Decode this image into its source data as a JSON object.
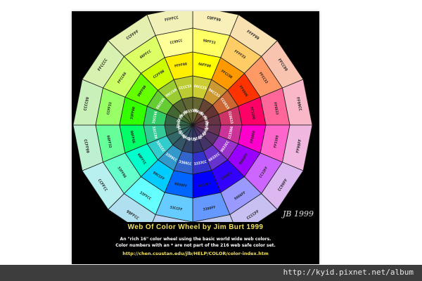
{
  "poster": {
    "title": "Web Of Color Wheel   by   Jim Burt 1999",
    "line1": "An \"rich 16\" color wheel using the basic world wide web colors.",
    "line2": "Color numbers with an * are not part of the 216 web safe color set.",
    "url": "http://chen.csustan.edu/jlb/HELP/COLOR/color-index.htm",
    "signature": "JB 1999",
    "wheel": {
      "sectors": 16,
      "rings": [
        {
          "name": "outer",
          "colors": [
            "#f8f0b8",
            "#f8e0b0",
            "#f8c4b0",
            "#f8b8c8",
            "#f0b8e0",
            "#dcb8f0",
            "#c8c0f0",
            "#c0c8f0",
            "#b8d4f4",
            "#b0e0f0",
            "#b8f0f0",
            "#bcf0d0",
            "#c8f0b8",
            "#d8f0b0",
            "#e4f0b0",
            "#f0f0b8"
          ]
        },
        {
          "name": "light",
          "colors": [
            "#ffff66",
            "#ffcc66",
            "#ff9966",
            "#ff6699",
            "#ff66cc",
            "#cc66ff",
            "#9999ff",
            "#6699ff",
            "#66ccff",
            "#66ffff",
            "#66ffcc",
            "#66ff99",
            "#99ff66",
            "#ccff66",
            "#ddff66",
            "#ffff99"
          ]
        },
        {
          "name": "pure",
          "colors": [
            "#ffff00",
            "#ff9900",
            "#ff3300",
            "#ff0066",
            "#ff00cc",
            "#9900ff",
            "#3300ff",
            "#0000ff",
            "#0066ff",
            "#00ccff",
            "#00ffcc",
            "#00ff66",
            "#33ff00",
            "#66ff00",
            "#ccff00",
            "#ffee00"
          ]
        },
        {
          "name": "mid",
          "colors": [
            "#cccc33",
            "#cc9933",
            "#cc6633",
            "#cc3366",
            "#cc3399",
            "#9933cc",
            "#6633cc",
            "#3333cc",
            "#3366cc",
            "#3399cc",
            "#33cccc",
            "#33cc99",
            "#33cc66",
            "#66cc33",
            "#99cc33",
            "#bbcc33"
          ]
        },
        {
          "name": "dark",
          "colors": [
            "#666633",
            "#664433",
            "#663333",
            "#663344",
            "#663355",
            "#553366",
            "#443366",
            "#333366",
            "#334466",
            "#335566",
            "#336666",
            "#336655",
            "#336644",
            "#446633",
            "#556633",
            "#606633"
          ]
        }
      ],
      "labels": {
        "outer": [
          "COFF99",
          "FFFF99",
          "FFCC99",
          "FF99CC",
          "FF99FF",
          "CC99FF",
          "CCCCFF",
          "99CCFF",
          "99FFFF",
          "99FFCC",
          "CCFFCC",
          "CCFF99",
          "CCCC99",
          "FFCCCC",
          "CCFFFF",
          "FFFFCC"
        ],
        "light": [
          "99FF33",
          "FFFF33",
          "FFCC33",
          "FF6633",
          "FF3399",
          "CC33FF",
          "9966FF",
          "3399FF",
          "33CCFF",
          "33FFCC",
          "33FF66",
          "66FF33",
          "CCFF33",
          "FFCC66",
          "66FFCC",
          "CC99CC"
        ],
        "pure": [
          "66FF00",
          "FFCC00",
          "FF9900",
          "FF3300",
          "FF0066",
          "9900FF",
          "3300FF",
          "0033FF",
          "0099FF",
          "00CCFF",
          "00FFCC",
          "00FF66",
          "33FF00",
          "99FF00",
          "CCFF00",
          "FFFF00"
        ],
        "mid": [
          "66CC33",
          "99CC33",
          "CC9933",
          "CC6633",
          "CC3366",
          "9933CC",
          "6633CC",
          "3333CC",
          "3366CC",
          "3399CC",
          "33CCCC",
          "33CC99",
          "33CC66",
          "66CC66",
          "99CC66",
          "CCCC33"
        ],
        "dark": [
          "336633",
          "666633",
          "663333",
          "663366",
          "333366",
          "336666",
          "336633",
          "333333",
          "663333",
          "336666",
          "333366",
          "666633",
          "336666",
          "333366",
          "663366",
          "663333"
        ]
      }
    }
  },
  "watermark": "http://kyid.pixnet.net/album"
}
